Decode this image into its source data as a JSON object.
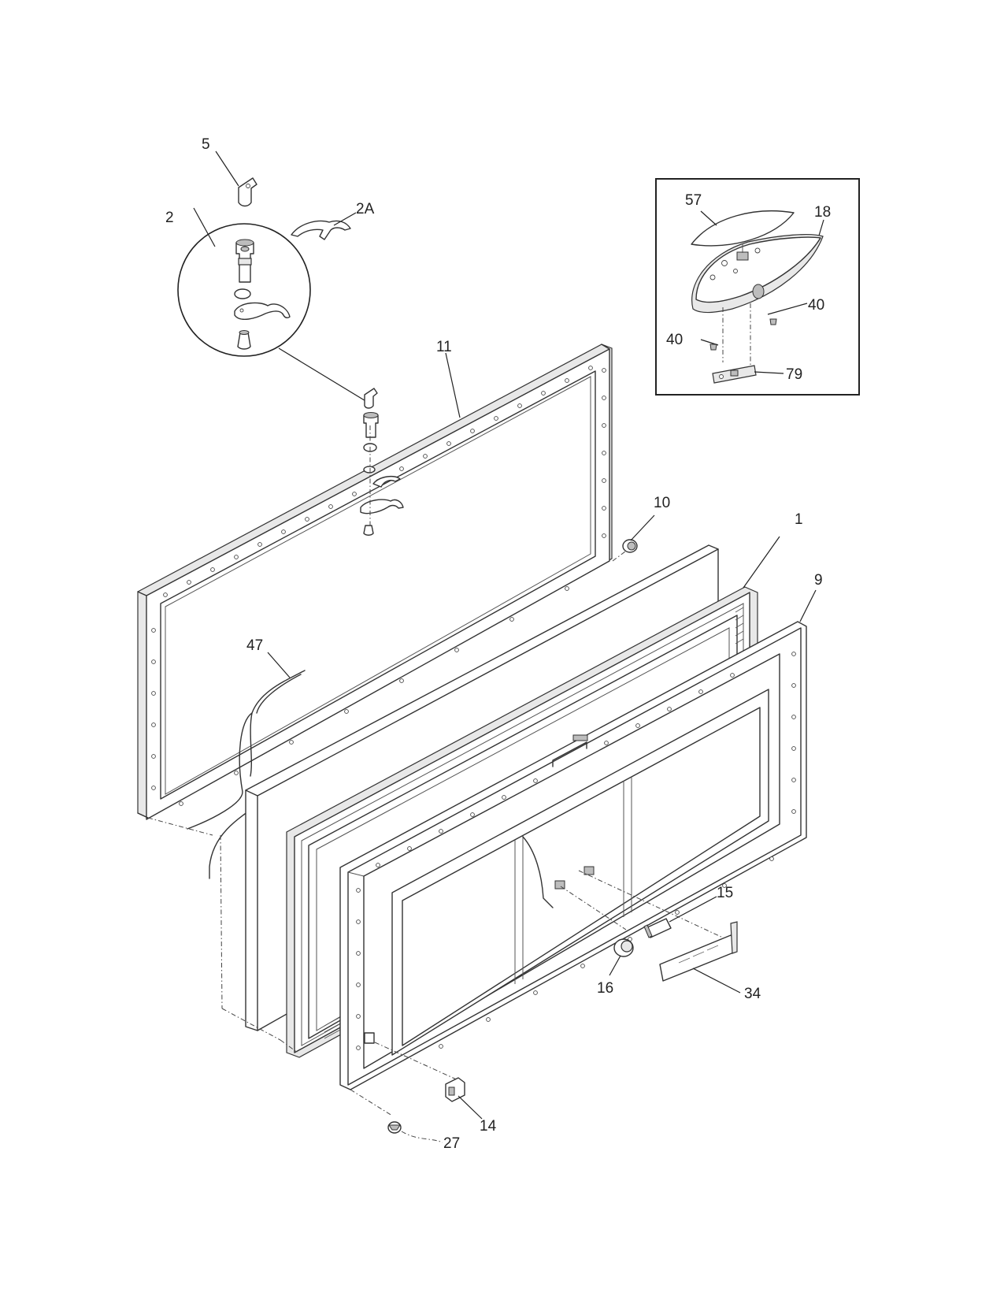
{
  "labels": {
    "p1": "1",
    "p2": "2",
    "p2a": "2A",
    "p5": "5",
    "p9": "9",
    "p10": "10",
    "p11": "11",
    "p14": "14",
    "p15": "15",
    "p16": "16",
    "p18": "18",
    "p27": "27",
    "p34": "34",
    "p40a": "40",
    "p40b": "40",
    "p47": "47",
    "p57": "57",
    "p79": "79"
  }
}
